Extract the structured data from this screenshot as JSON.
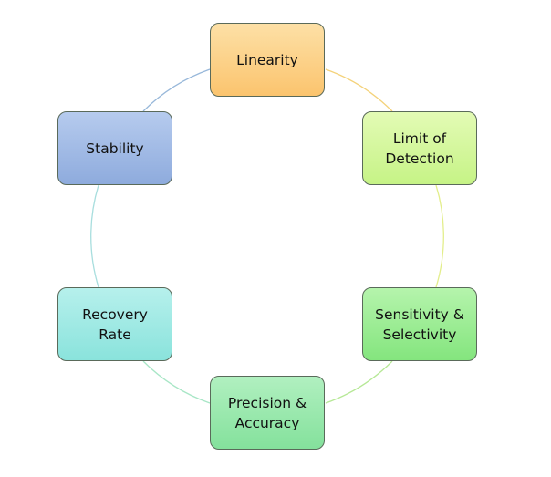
{
  "nodes": [
    {
      "label": "Linearity",
      "color_top": "#fde0a6",
      "color_bottom": "#fbc46e"
    },
    {
      "label": "Limit of Detection",
      "color_top": "#e3fbb5",
      "color_bottom": "#c6f386"
    },
    {
      "label": "Sensitivity & Selectivity",
      "color_top": "#b5f4ac",
      "color_bottom": "#84e57e"
    },
    {
      "label": "Precision & Accuracy",
      "color_top": "#b1f0c0",
      "color_bottom": "#84e19c"
    },
    {
      "label": "Recovery Rate",
      "color_top": "#b6f0ec",
      "color_bottom": "#8ae3dc"
    },
    {
      "label": "Stability",
      "color_top": "#b6cbee",
      "color_bottom": "#8eabdd"
    }
  ]
}
